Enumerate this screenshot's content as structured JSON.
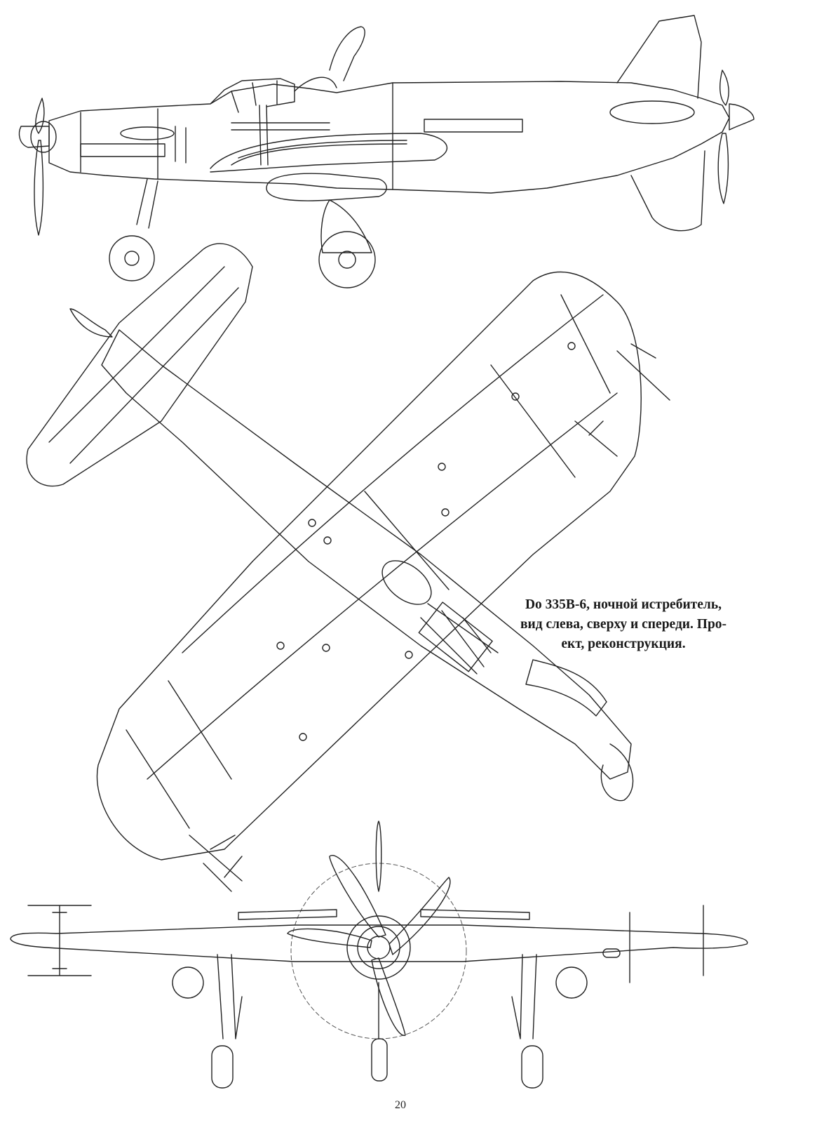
{
  "caption": {
    "lines": [
      "Do 335B-6, ночной истребитель,",
      "вид слева, сверху и спереди. Про-",
      "ект, реконструкция."
    ]
  },
  "page_number": "20",
  "colors": {
    "ink": "#222222",
    "paper": "#ffffff",
    "dash": "#555555"
  }
}
